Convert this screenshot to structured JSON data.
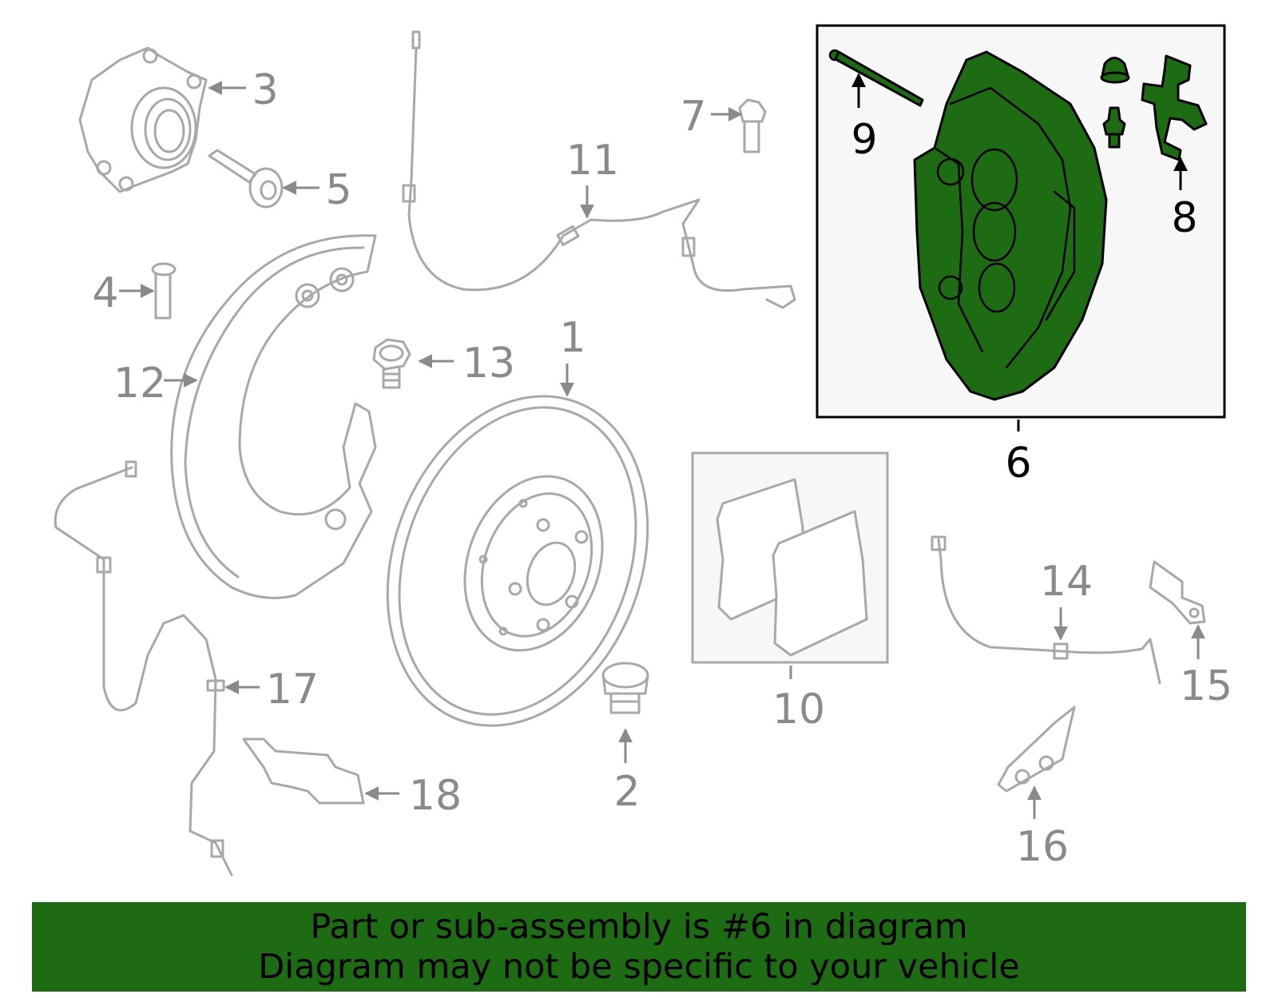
{
  "callouts": {
    "c1": "1",
    "c2": "2",
    "c3": "3",
    "c4": "4",
    "c5": "5",
    "c6": "6",
    "c7": "7",
    "c8": "8",
    "c9": "9",
    "c10": "10",
    "c11": "11",
    "c12": "12",
    "c13": "13",
    "c14": "14",
    "c15": "15",
    "c16": "16",
    "c17": "17",
    "c18": "18"
  },
  "highlighted_part": "6",
  "colors": {
    "highlight": "#1d6b12",
    "banner_background": "#1d6b12",
    "part_outline": "#a8a8a8",
    "label_grey": "#8a8a8a"
  },
  "banner": {
    "line1": "Part or sub-assembly is #6 in diagram",
    "line2": "Diagram may not be specific to your vehicle"
  }
}
